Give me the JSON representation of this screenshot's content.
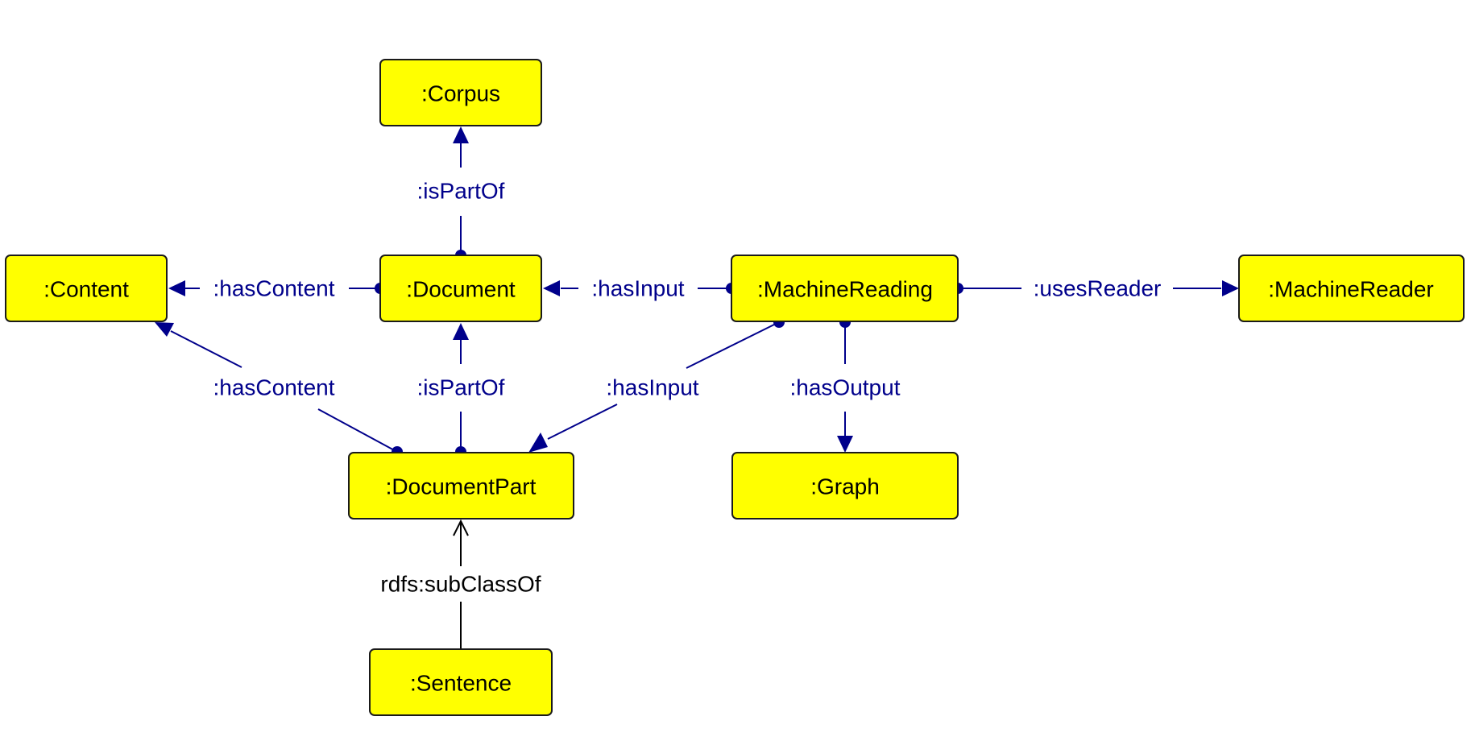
{
  "nodes": {
    "corpus": ":Corpus",
    "content": ":Content",
    "document": ":Document",
    "machine_reading": ":MachineReading",
    "machine_reader": ":MachineReader",
    "document_part": ":DocumentPart",
    "graph": ":Graph",
    "sentence": ":Sentence"
  },
  "edges": {
    "document_ispartof_corpus": ":isPartOf",
    "document_hascontent_content": ":hasContent",
    "machinereading_hasinput_document": ":hasInput",
    "machinereading_usesreader_machinereader": ":usesReader",
    "documentpart_hascontent_content": ":hasContent",
    "documentpart_ispartof_document": ":isPartOf",
    "machinereading_hasinput_documentpart": ":hasInput",
    "machinereading_hasoutput_graph": ":hasOutput",
    "sentence_subclassof_documentpart": "rdfs:subClassOf"
  },
  "colors": {
    "node_fill": "#ffff00",
    "node_border": "#1a1a1a",
    "edge_color": "#00008b",
    "subclass_edge_color": "#000000"
  }
}
